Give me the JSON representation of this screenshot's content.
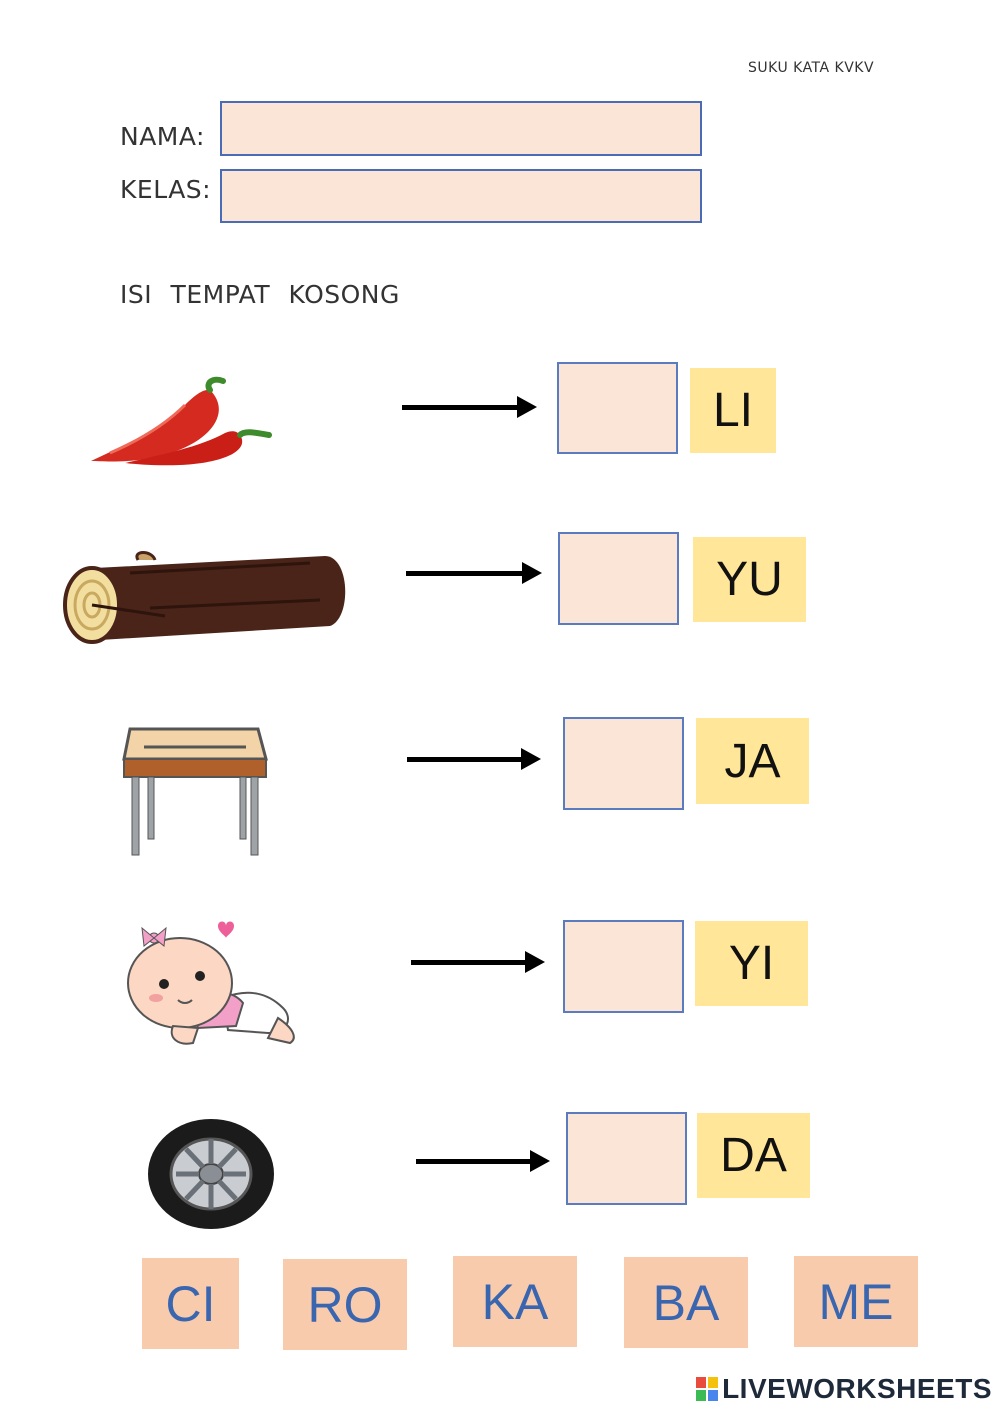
{
  "header": {
    "tag": "SUKU KATA KVKV"
  },
  "form": {
    "nama_label": "NAMA:",
    "kelas_label": "KELAS:"
  },
  "instruction": "ISI  TEMPAT  KOSONG",
  "rows": [
    {
      "picture": "chili-pepper",
      "syllable": "LI"
    },
    {
      "picture": "wooden-log",
      "syllable": "YU"
    },
    {
      "picture": "school-desk",
      "syllable": "JA"
    },
    {
      "picture": "crawling-baby",
      "syllable": "YI"
    },
    {
      "picture": "car-tyre",
      "syllable": "DA"
    }
  ],
  "tiles": [
    "CI",
    "RO",
    "KA",
    "BA",
    "ME"
  ],
  "branding": {
    "text": "LIVEWORKSHEETS",
    "mark_colors": [
      "#e94c3d",
      "#f4c20d",
      "#3cba54",
      "#4885ed"
    ]
  },
  "colors": {
    "field_fill": "#fbe5d6",
    "field_border": "#4a6bb5",
    "syllable_fill": "#ffe699",
    "tile_fill": "#f8cbad",
    "tile_text": "#3a66b0"
  }
}
